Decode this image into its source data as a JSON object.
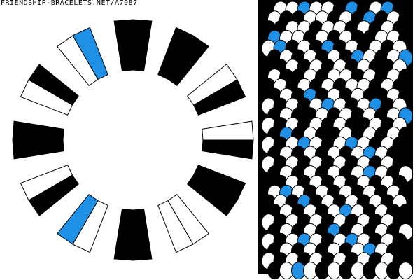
{
  "header": {
    "site_label": "FRIENDSHIP-BRACELETS.NET/A7987"
  },
  "palette": {
    "white": "#ffffff",
    "black": "#000000",
    "blue": "#1e90e6"
  },
  "strings": [
    "black",
    "black",
    "black",
    "black",
    "white",
    "black",
    "white",
    "black",
    "black",
    "black",
    "white",
    "white",
    "black",
    "black",
    "white",
    "blue",
    "black",
    "white",
    "black",
    "black",
    "white",
    "black",
    "white",
    "blue"
  ],
  "pattern_rows": [
    "BWWBWWBWBWWB",
    "WBBWWBWBWBWB",
    "BBWWBWWBWBWB",
    "BWWBWBWBBWWB",
    "WBBWBWBWBWBW",
    "BWBWBWBBWBWB",
    "BBWBWBWBWBBW",
    "WBBWBWWBWBWB",
    "BWBWBWBWWBWB",
    "BWBWBWBWBBWB",
    "WBWBWBWBWBBW",
    "BWBBWBWBWBWB",
    "WBWBWBWBBWBW",
    "BWBWBBWBWBWB",
    "WBWBWBWBWBWB",
    "BWBWBWBWBWBB",
    "WBWBWBWBWBWB",
    "BWBWBWBWBWBW",
    "BBWBWBWBWBWB",
    "WBWBWBWBWBWB",
    "BWBWBWBWBWBW",
    "BWBWBWBWBWBB",
    "WBWBWBWBWBWB",
    "BWBWBWBWBWBW",
    "WBWBWBWBWBWB",
    "BWBWBWBWBWBB",
    "WBWBWBWBWBWB",
    "BWBWBWBWBWBW"
  ],
  "pattern_blue_knots": [
    [
      0,
      3
    ],
    [
      0,
      7
    ],
    [
      0,
      10
    ],
    [
      1,
      8
    ],
    [
      3,
      0
    ],
    [
      4,
      1
    ],
    [
      4,
      5
    ],
    [
      5,
      7
    ],
    [
      5,
      11
    ],
    [
      9,
      3
    ],
    [
      10,
      5
    ],
    [
      10,
      9
    ],
    [
      11,
      11
    ],
    [
      13,
      1
    ],
    [
      14,
      3
    ],
    [
      14,
      7
    ],
    [
      15,
      8
    ],
    [
      17,
      8
    ],
    [
      19,
      1
    ],
    [
      20,
      3
    ],
    [
      21,
      6
    ],
    [
      23,
      5
    ],
    [
      24,
      3
    ],
    [
      24,
      7
    ],
    [
      25,
      8
    ],
    [
      27,
      2
    ]
  ]
}
